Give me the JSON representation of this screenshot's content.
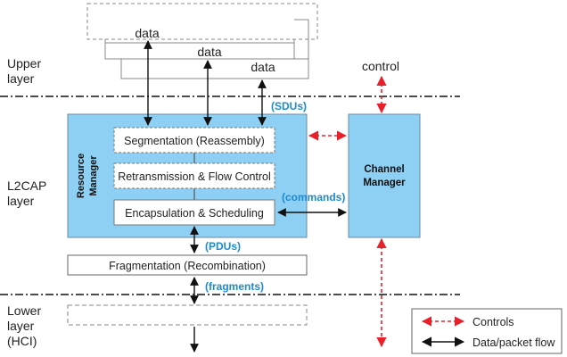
{
  "layers": {
    "upper": [
      "Upper",
      "layer"
    ],
    "l2cap": [
      "L2CAP",
      "layer"
    ],
    "lower": [
      "Lower",
      "layer",
      "(HCI)"
    ]
  },
  "data_boxes": [
    "data",
    "data",
    "data"
  ],
  "control_label": "control",
  "resource_manager": [
    "Resource",
    "Manager"
  ],
  "channel_manager": [
    "Channel",
    "Manager"
  ],
  "blocks": {
    "segmentation": "Segmentation (Reassembly)",
    "retransmission": "Retransmission & Flow Control",
    "encapsulation": "Encapsulation & Scheduling",
    "fragmentation": "Fragmentation (Recombination)"
  },
  "annotations": {
    "sdus": "(SDUs)",
    "commands": "(commands)",
    "pdus": "(PDUs)",
    "fragments": "(fragments)"
  },
  "legend": {
    "controls": "Controls",
    "data_flow": "Data/packet flow"
  },
  "colors": {
    "box_fill": "#8ed0f3",
    "annotation_blue": "#1b8ad3",
    "control_red": "#e8202a",
    "line_black": "#111111"
  }
}
